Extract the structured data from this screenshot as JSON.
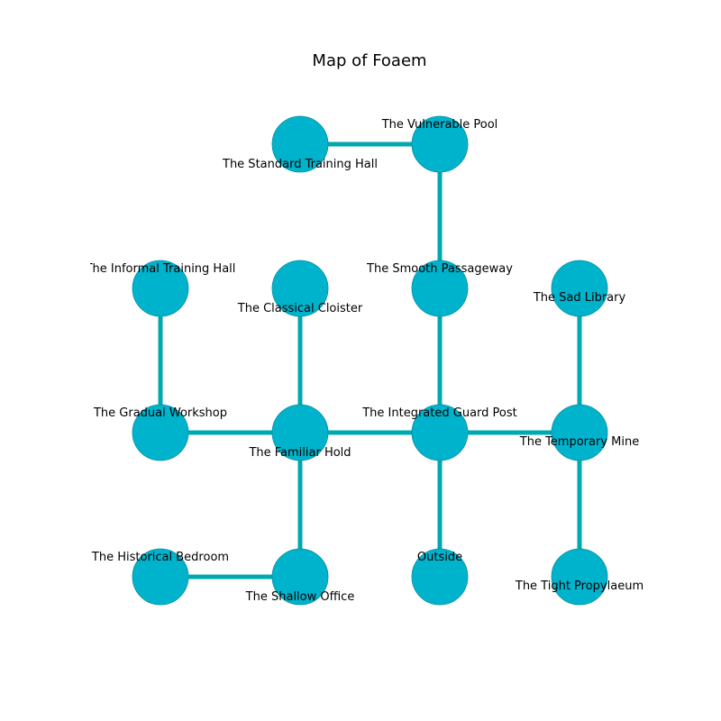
{
  "title": "Map of Foaem",
  "colors": {
    "node_fill": "#00b3cc",
    "node_stroke": "#0a8fa3",
    "edge": "#00a8b0",
    "background": "#ffffff"
  },
  "nodes": [
    {
      "id": "standard-training-hall",
      "label": "The Standard Training Hall",
      "col": 1,
      "row": 0,
      "label_pos": "below"
    },
    {
      "id": "vulnerable-pool",
      "label": "The Vulnerable Pool",
      "col": 2,
      "row": 0,
      "label_pos": "above"
    },
    {
      "id": "informal-training-hall",
      "label": "The Informal Training Hall",
      "col": 0,
      "row": 1,
      "label_pos": "above"
    },
    {
      "id": "classical-cloister",
      "label": "The Classical Cloister",
      "col": 1,
      "row": 1,
      "label_pos": "below"
    },
    {
      "id": "smooth-passageway",
      "label": "The Smooth Passageway",
      "col": 2,
      "row": 1,
      "label_pos": "above"
    },
    {
      "id": "sad-library",
      "label": "The Sad Library",
      "col": 3,
      "row": 1,
      "label_pos": "center"
    },
    {
      "id": "gradual-workshop",
      "label": "The Gradual Workshop",
      "col": 0,
      "row": 2,
      "label_pos": "above"
    },
    {
      "id": "familiar-hold",
      "label": "The Familiar Hold",
      "col": 1,
      "row": 2,
      "label_pos": "below"
    },
    {
      "id": "integrated-guard-post",
      "label": "The Integrated Guard Post",
      "col": 2,
      "row": 2,
      "label_pos": "above"
    },
    {
      "id": "temporary-mine",
      "label": "The Temporary Mine",
      "col": 3,
      "row": 2,
      "label_pos": "center"
    },
    {
      "id": "historical-bedroom",
      "label": "The Historical Bedroom",
      "col": 0,
      "row": 3,
      "label_pos": "above"
    },
    {
      "id": "shallow-office",
      "label": "The Shallow Office",
      "col": 1,
      "row": 3,
      "label_pos": "below"
    },
    {
      "id": "outside",
      "label": "Outside",
      "col": 2,
      "row": 3,
      "label_pos": "above"
    },
    {
      "id": "tight-propylaeum",
      "label": "The Tight Propylaeum",
      "col": 3,
      "row": 3,
      "label_pos": "center"
    }
  ],
  "edges": [
    [
      "standard-training-hall",
      "vulnerable-pool"
    ],
    [
      "vulnerable-pool",
      "smooth-passageway"
    ],
    [
      "smooth-passageway",
      "integrated-guard-post"
    ],
    [
      "informal-training-hall",
      "gradual-workshop"
    ],
    [
      "classical-cloister",
      "familiar-hold"
    ],
    [
      "sad-library",
      "temporary-mine"
    ],
    [
      "gradual-workshop",
      "familiar-hold"
    ],
    [
      "familiar-hold",
      "integrated-guard-post"
    ],
    [
      "integrated-guard-post",
      "temporary-mine"
    ],
    [
      "familiar-hold",
      "shallow-office"
    ],
    [
      "integrated-guard-post",
      "outside"
    ],
    [
      "temporary-mine",
      "tight-propylaeum"
    ],
    [
      "historical-bedroom",
      "shallow-office"
    ]
  ]
}
